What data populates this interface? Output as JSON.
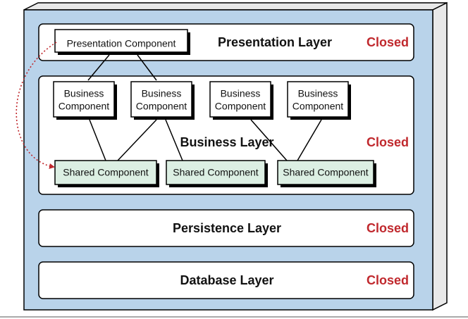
{
  "diagram": {
    "colors": {
      "outer_fill": "#b9d3ea",
      "outer_side": "#e9e9e9",
      "layer_fill": "#ffffff",
      "shared_fill": "#dcefe3",
      "closed_text": "#c0282d",
      "arrow": "#c0282d"
    },
    "layers": {
      "presentation": {
        "name": "Presentation Layer",
        "status": "Closed"
      },
      "business": {
        "name": "Business Layer",
        "status": "Closed"
      },
      "persistence": {
        "name": "Persistence Layer",
        "status": "Closed"
      },
      "database": {
        "name": "Database Layer",
        "status": "Closed"
      }
    },
    "components": {
      "presentation": {
        "label": "Presentation Component"
      },
      "business": [
        {
          "line1": "Business",
          "line2": "Component"
        },
        {
          "line1": "Business",
          "line2": "Component"
        },
        {
          "line1": "Business",
          "line2": "Component"
        },
        {
          "line1": "Business",
          "line2": "Component"
        }
      ],
      "shared": [
        {
          "label": "Shared Component"
        },
        {
          "label": "Shared Component"
        },
        {
          "label": "Shared Component"
        }
      ]
    }
  }
}
